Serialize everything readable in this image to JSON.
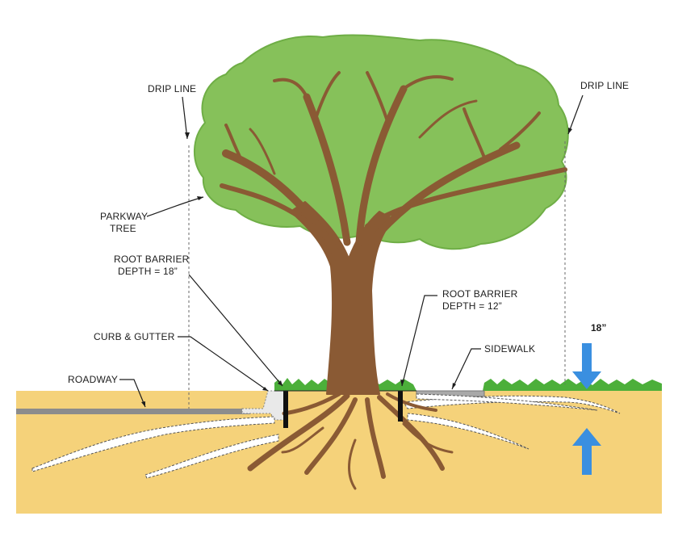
{
  "labels": {
    "drip_line_left": "DRIP LINE",
    "drip_line_right": "DRIP LINE",
    "parkway_tree_line1": "PARKWAY",
    "parkway_tree_line2": "TREE",
    "root_barrier_18_line1": "ROOT BARRIER",
    "root_barrier_18_line2": "DEPTH = 18”",
    "root_barrier_12_line1": "ROOT BARRIER",
    "root_barrier_12_line2": "DEPTH = 12”",
    "curb_gutter": "CURB & GUTTER",
    "roadway": "ROADWAY",
    "sidewalk": "SIDEWALK",
    "depth_marker": "18”"
  },
  "colors": {
    "soil": "#f5d27a",
    "grass": "#4caf3a",
    "canopy": "#86c15a",
    "canopy_edge": "#6fae46",
    "trunk": "#8a5a34",
    "root_channel": "#ffffff",
    "barrier": "#111111",
    "road": "#8c8c8c",
    "sidewalk": "#a9a9a9",
    "arrow": "#3a8fe0"
  }
}
